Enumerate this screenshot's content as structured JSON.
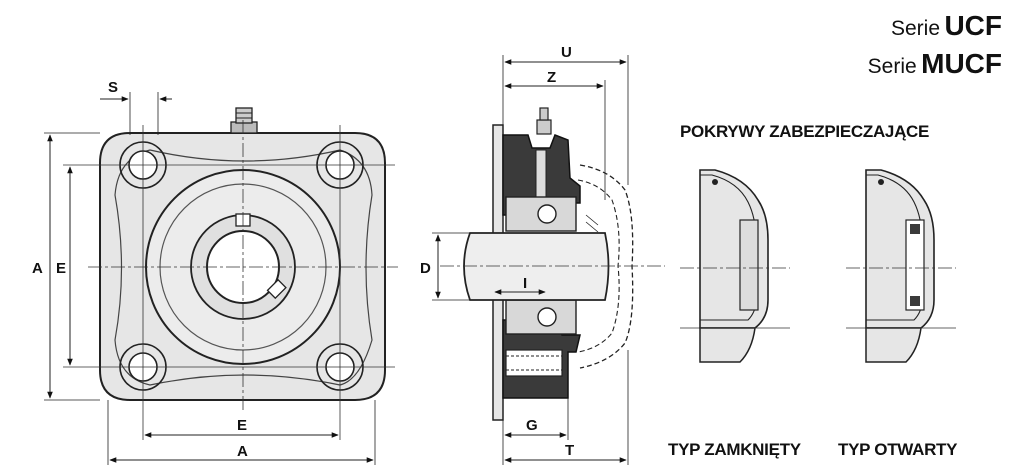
{
  "series": [
    {
      "prefix": "Serie",
      "code": "UCF"
    },
    {
      "prefix": "Serie",
      "code": "MUCF"
    }
  ],
  "covers_title": "POKRYWY ZABEZPIECZAJĄCE",
  "cover_types": {
    "closed": "TYP ZAMKNIĘTY",
    "open": "TYP OTWARTY"
  },
  "dimensions": {
    "S": "S",
    "A_vertical": "A",
    "E_vertical": "E",
    "E_horizontal": "E",
    "A_horizontal": "A",
    "U": "U",
    "Z": "Z",
    "D": "D",
    "I": "I",
    "G": "G",
    "T": "T"
  },
  "colors": {
    "housing_fill": "#e6e6e6",
    "dark_part": "#3a3a3a",
    "line": "#222222",
    "shaft_fill": "#eeeeee"
  }
}
